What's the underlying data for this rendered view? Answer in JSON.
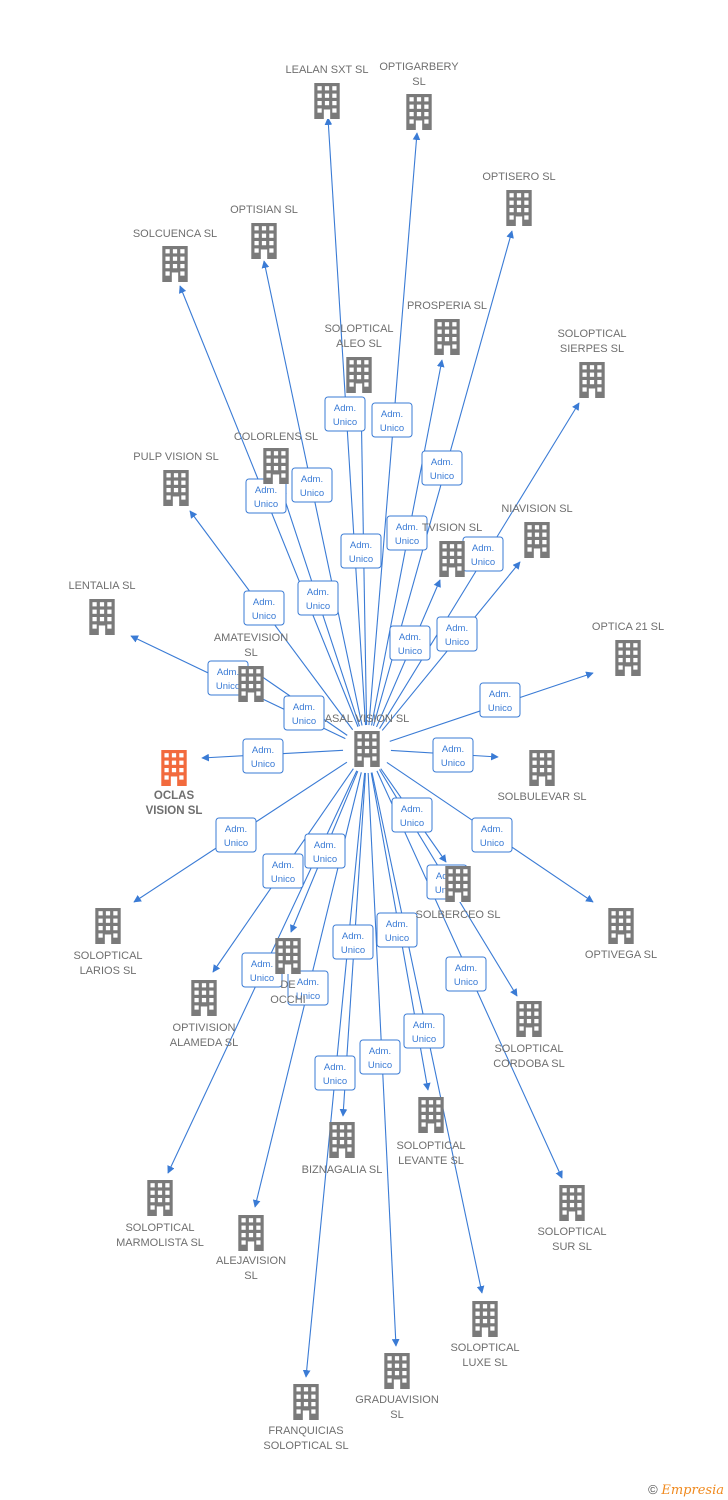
{
  "colors": {
    "edge": "#3a7bd5",
    "building": "#7a7a7a",
    "focus": "#f26a3d",
    "label": "#6f6f6f"
  },
  "relation_label": [
    "Adm.",
    "Unico"
  ],
  "center": {
    "id": "center",
    "label": [
      "ASAL VISION  SL"
    ]
  },
  "nodes": [
    {
      "id": "lealan",
      "label": [
        "LEALAN SXT  SL"
      ]
    },
    {
      "id": "optigarbery",
      "label": [
        "OPTIGARBERY",
        "SL"
      ]
    },
    {
      "id": "optisero",
      "label": [
        "OPTISERO SL"
      ]
    },
    {
      "id": "optisian",
      "label": [
        "OPTISIAN SL"
      ]
    },
    {
      "id": "solcuenca",
      "label": [
        "SOLCUENCA SL"
      ]
    },
    {
      "id": "prosperia",
      "label": [
        "PROSPERIA SL"
      ]
    },
    {
      "id": "aleo",
      "label": [
        "SOLOPTICAL",
        "ALEO SL"
      ]
    },
    {
      "id": "sierpes",
      "label": [
        "SOLOPTICAL",
        "SIERPES SL"
      ]
    },
    {
      "id": "colorlens",
      "label": [
        "COLORLENS  SL"
      ]
    },
    {
      "id": "pulp",
      "label": [
        "PULP VISION  SL"
      ]
    },
    {
      "id": "niavision",
      "label": [
        "NIAVISION  SL"
      ]
    },
    {
      "id": "tvision",
      "label": [
        "TVISION  SL"
      ]
    },
    {
      "id": "lentalia",
      "label": [
        "LENTALIA SL"
      ]
    },
    {
      "id": "optica21",
      "label": [
        "OPTICA 21 SL"
      ]
    },
    {
      "id": "amatevision",
      "label": [
        "AMATEVISION",
        "SL"
      ]
    },
    {
      "id": "oclas",
      "label": [
        "OCLAS",
        "VISION  SL"
      ],
      "focus": true
    },
    {
      "id": "solbulevar",
      "label": [
        "SOLBULEVAR SL"
      ]
    },
    {
      "id": "larios",
      "label": [
        "SOLOPTICAL",
        "LARIOS SL"
      ]
    },
    {
      "id": "optivega",
      "label": [
        "OPTIVEGA SL"
      ]
    },
    {
      "id": "solberceo",
      "label": [
        "SOLBERCEO SL"
      ]
    },
    {
      "id": "occhi",
      "label": [
        "DE",
        "OCCHI"
      ]
    },
    {
      "id": "alameda",
      "label": [
        "OPTIVISION",
        "ALAMEDA SL"
      ]
    },
    {
      "id": "cordoba",
      "label": [
        "SOLOPTICAL",
        "CORDOBA SL"
      ]
    },
    {
      "id": "levante",
      "label": [
        "SOLOPTICAL",
        "LEVANTE SL"
      ]
    },
    {
      "id": "biznagalia",
      "label": [
        "BIZNAGALIA  SL"
      ]
    },
    {
      "id": "marmolista",
      "label": [
        "SOLOPTICAL",
        "MARMOLISTA SL"
      ]
    },
    {
      "id": "sur",
      "label": [
        "SOLOPTICAL",
        "SUR SL"
      ]
    },
    {
      "id": "alejavision",
      "label": [
        "ALEJAVISION",
        "SL"
      ]
    },
    {
      "id": "luxe",
      "label": [
        "SOLOPTICAL",
        "LUXE SL"
      ]
    },
    {
      "id": "graduavision",
      "label": [
        "GRADUAVISION",
        "SL"
      ]
    },
    {
      "id": "franquicias",
      "label": [
        "FRANQUICIAS",
        "SOLOPTICAL SL"
      ]
    }
  ],
  "edges": [
    {
      "to": "lealan"
    },
    {
      "to": "optigarbery"
    },
    {
      "to": "optisero"
    },
    {
      "to": "optisian"
    },
    {
      "to": "solcuenca"
    },
    {
      "to": "prosperia"
    },
    {
      "to": "aleo"
    },
    {
      "to": "sierpes"
    },
    {
      "to": "colorlens"
    },
    {
      "to": "pulp"
    },
    {
      "to": "niavision"
    },
    {
      "to": "tvision"
    },
    {
      "to": "lentalia"
    },
    {
      "to": "optica21"
    },
    {
      "to": "amatevision"
    },
    {
      "to": "oclas"
    },
    {
      "to": "solbulevar"
    },
    {
      "to": "larios"
    },
    {
      "to": "optivega"
    },
    {
      "to": "solberceo"
    },
    {
      "to": "occhi"
    },
    {
      "to": "alameda"
    },
    {
      "to": "cordoba"
    },
    {
      "to": "levante"
    },
    {
      "to": "biznagalia"
    },
    {
      "to": "marmolista"
    },
    {
      "to": "sur"
    },
    {
      "to": "alejavision"
    },
    {
      "to": "luxe"
    },
    {
      "to": "graduavision"
    },
    {
      "to": "franquicias"
    }
  ],
  "footer": {
    "copyright": "©",
    "brand": "Empresia"
  }
}
